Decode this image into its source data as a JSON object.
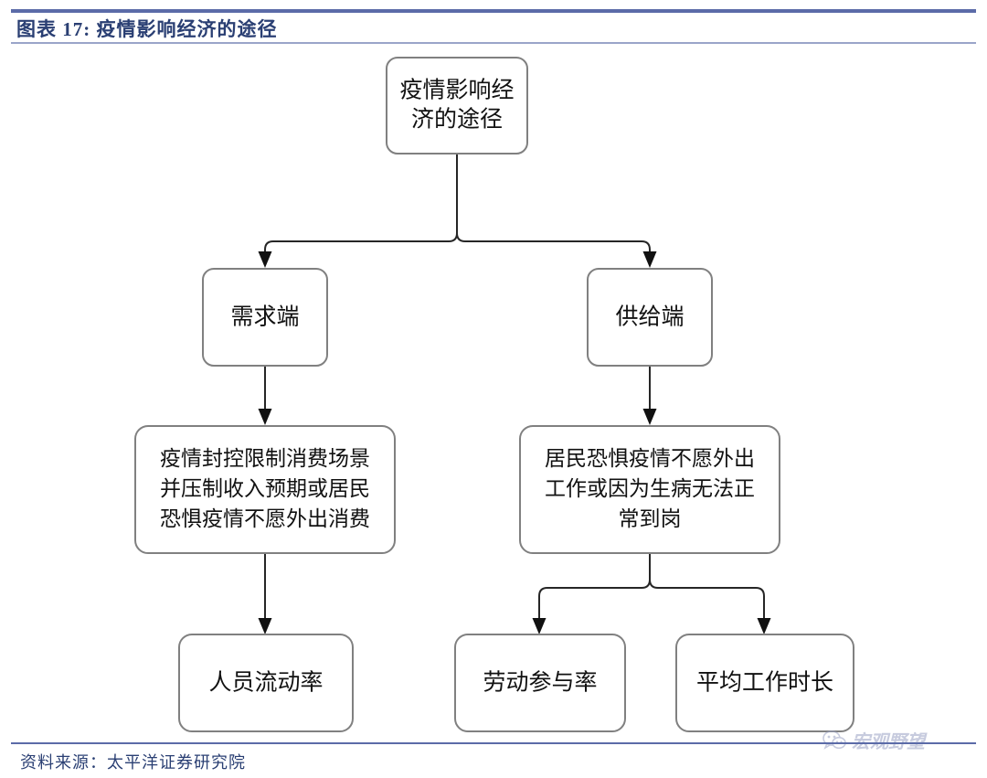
{
  "header": {
    "title": "图表 17:  疫情影响经济的途径",
    "rule_color": "#5b6ba8",
    "title_color": "#2a3f73"
  },
  "footer": {
    "source": "资料来源：太平洋证券研究院"
  },
  "watermark": {
    "text": "宏观野望",
    "icon": "wechat-icon",
    "color": "#9aa2c4"
  },
  "diagram": {
    "type": "flowchart",
    "orientation": "top-down",
    "node_style": {
      "shape": "rounded-rectangle",
      "fill": "#ffffff",
      "border": "#808080",
      "text_color": "#111111"
    },
    "edge_style": {
      "color": "#262626",
      "arrow": "filled-triangle"
    },
    "nodes": [
      {
        "id": "root",
        "label": "疫情影响经济的途径",
        "lines": [
          "疫情影响经",
          "济的途径"
        ]
      },
      {
        "id": "demand",
        "label": "需求端",
        "lines": [
          "需求端"
        ]
      },
      {
        "id": "supply",
        "label": "供给端",
        "lines": [
          "供给端"
        ]
      },
      {
        "id": "demand_detail",
        "label": "疫情封控限制消费场景并压制收入预期或居民恐惧疫情不愿外出消费",
        "lines": [
          "疫情封控限制消费场景",
          "并压制收入预期或居民",
          "恐惧疫情不愿外出消费"
        ]
      },
      {
        "id": "supply_detail",
        "label": "居民恐惧疫情不愿外出工作或因为生病无法正常到岗",
        "lines": [
          "居民恐惧疫情不愿外出",
          "工作或因为生病无法正",
          "常到岗"
        ]
      },
      {
        "id": "mobility",
        "label": "人员流动率",
        "lines": [
          "人员流动率"
        ]
      },
      {
        "id": "lfpr",
        "label": "劳动参与率",
        "lines": [
          "劳动参与率"
        ]
      },
      {
        "id": "work_hours",
        "label": "平均工作时长",
        "lines": [
          "平均工作时长"
        ]
      }
    ],
    "edges": [
      {
        "from": "root",
        "to": "demand"
      },
      {
        "from": "root",
        "to": "supply"
      },
      {
        "from": "demand",
        "to": "demand_detail"
      },
      {
        "from": "supply",
        "to": "supply_detail"
      },
      {
        "from": "demand_detail",
        "to": "mobility"
      },
      {
        "from": "supply_detail",
        "to": "lfpr"
      },
      {
        "from": "supply_detail",
        "to": "work_hours"
      }
    ]
  }
}
